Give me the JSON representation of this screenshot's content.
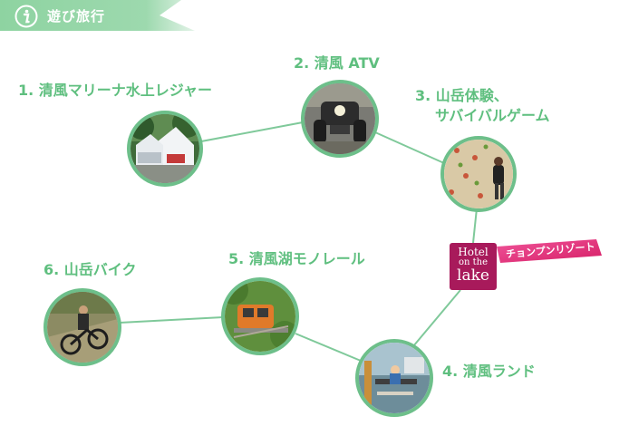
{
  "header": {
    "title": "遊び旅行",
    "icon": "info-icon",
    "colors": {
      "banner": "#8ed3a1",
      "banner_fade": "#d8efe0"
    }
  },
  "spots": [
    {
      "label": "1. 清風マリーナ水上レジャー"
    },
    {
      "label": "2. 清風 ATV"
    },
    {
      "label_line1": "3. 山岳体験、",
      "label_line2": "サバイバルゲーム"
    },
    {
      "label": "4. 清風ランド"
    },
    {
      "label": "5. 清風湖モノレール"
    },
    {
      "label": "6. 山岳バイク"
    }
  ],
  "hotel": {
    "line1": "Hotel",
    "line2": "on the",
    "line3": "lake",
    "tag": "チョンプンリゾート",
    "colors": {
      "logo": "#a81a5b",
      "tag": "#e3327a"
    }
  },
  "colors": {
    "accent": "#5fbf7f",
    "ring": "#6dbf8a",
    "line": "#7fc99a"
  }
}
